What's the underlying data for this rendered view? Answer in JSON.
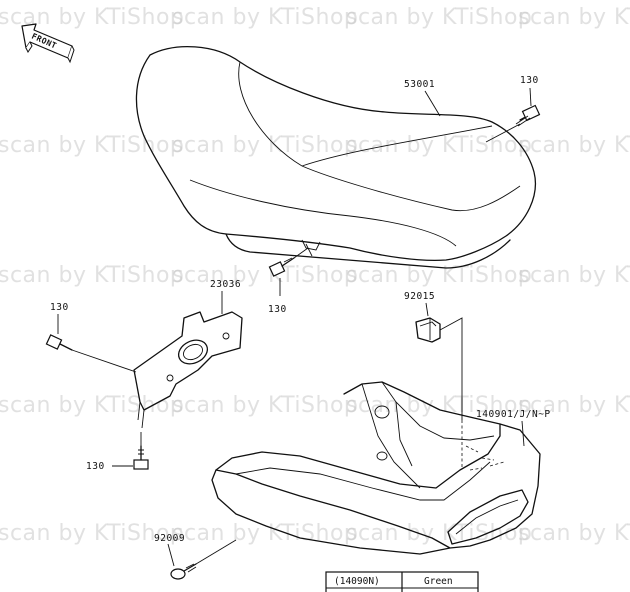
{
  "watermark": "scan by KTiShop",
  "front_label": "FRONT",
  "labels": {
    "p53001": "53001",
    "p130_a": "130",
    "p130_b": "130",
    "p130_c": "130",
    "p130_d": "130",
    "p23036": "23036",
    "p92015": "92015",
    "p140901": "140901/J/N~P",
    "p92009": "92009"
  },
  "color_table": {
    "code": "(14090N)",
    "color": "Green"
  }
}
